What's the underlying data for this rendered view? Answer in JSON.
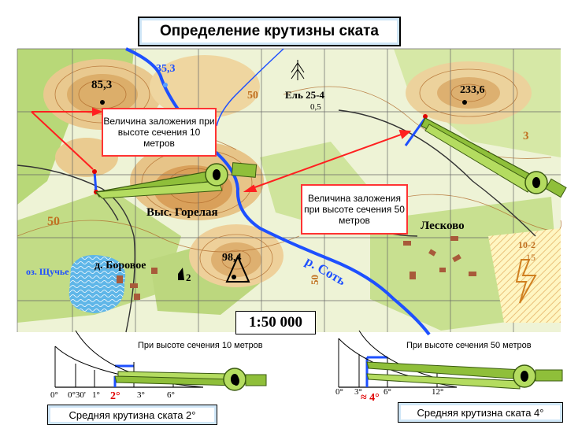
{
  "title": "Определение крутизны ската",
  "map": {
    "scale": "1:50 000",
    "labels": {
      "elev_353": "35,3",
      "elev_853": "85,3",
      "contour_50_top": "50",
      "forest_note": "Ель 25-4",
      "forest_sub": "0,5",
      "elev_2336": "233,6",
      "num_3": "3",
      "hill_name": "Выс. Горелая",
      "contour_50_left": "50",
      "village_lesk": "Лесково",
      "swamp_note_1": "10-2",
      "swamp_note_2": "15",
      "river_name": "р. Соть",
      "village_bor": "д. Боровое",
      "lake_name": "оз. Щучье",
      "elev_984": "98,4",
      "num_2": "2",
      "contour_50_vert": "50"
    },
    "callout_left": "Величина заложения при высоте сечения 10 метров",
    "callout_right": "Величина заложения при высоте сечения 50 метров"
  },
  "scales": {
    "left": {
      "caption": "При высоте сечения 10 метров",
      "ticks": [
        "0°",
        "0°30'",
        "1°",
        "2°",
        "3°",
        "6°"
      ],
      "highlight": "2°",
      "result": "Средняя крутизна ската 2°"
    },
    "right": {
      "caption": "При высоте сечения 50 метров",
      "ticks": [
        "0°",
        "3°",
        "≈ 4°",
        "6°",
        "12°"
      ],
      "highlight": "≈ 4°",
      "result": "Средняя крутизна ската 4°"
    }
  },
  "colors": {
    "water": "#1e50ff",
    "land_green": "#b8d878",
    "land_light": "#e8f0c8",
    "hill_brown": "#d9a05a",
    "callout_border": "#ff3333",
    "highlight_red": "#e00000",
    "instrument_green": "#8fbf3a"
  },
  "icons": [
    "compass-divider-icon",
    "triangulation-point-icon",
    "forest-sign-icon",
    "building-icon",
    "swamp-hatch-icon"
  ]
}
